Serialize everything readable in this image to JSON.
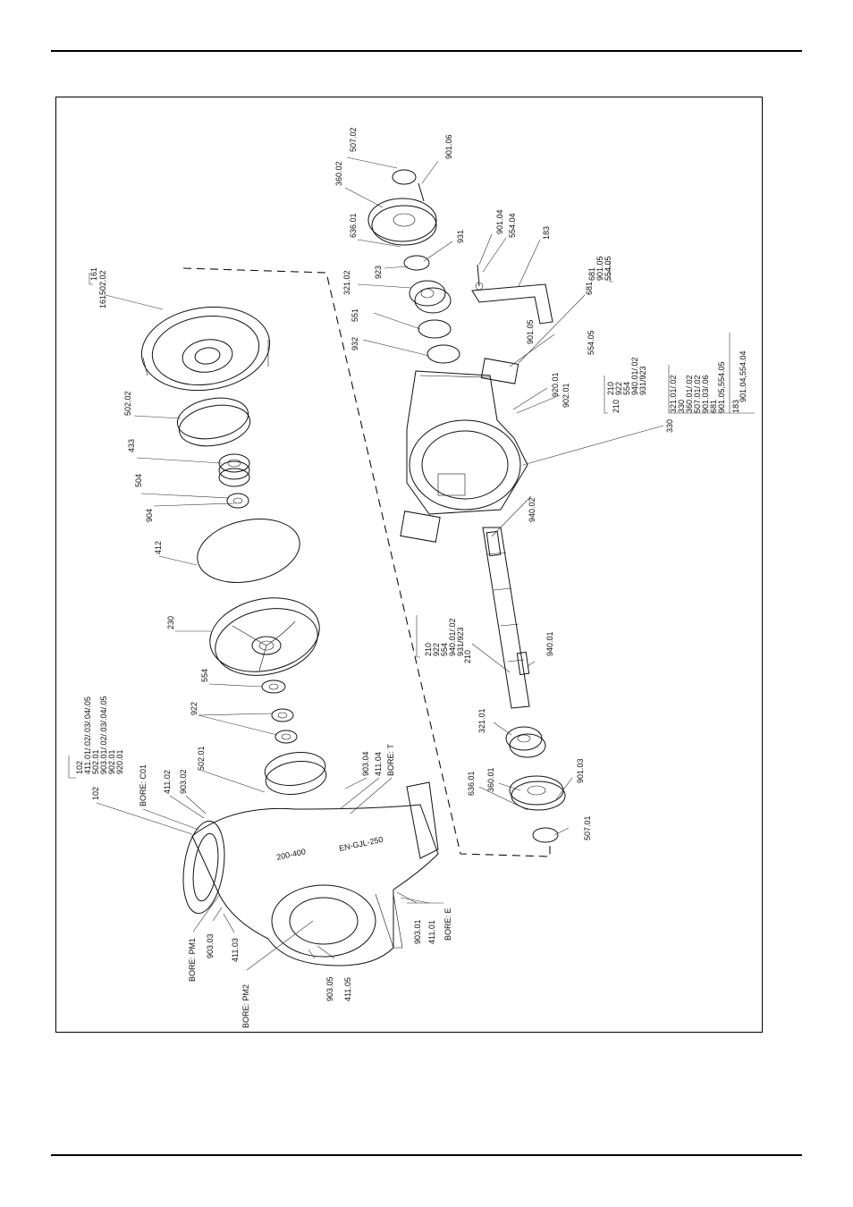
{
  "labels": {
    "l161": "161",
    "l502_02a": "502.02",
    "l161b": "161",
    "l502_02b": "502.02",
    "l433": "433",
    "l504": "504",
    "l904": "904",
    "l412": "412",
    "l230": "230",
    "l554": "554",
    "l922": "922",
    "l102_head": "102",
    "l102_list1": "411.01/.02/.03/.04/.05",
    "l102_list2": "502.01",
    "l102_list3": "903.01/.02/.03/.04/.05",
    "l102_list4": "902.01",
    "l102_list5": "920.01",
    "l102": "102",
    "bore_c01": "BORE: C01",
    "l411_02": "411.02",
    "l903_02": "903.02",
    "l502_01": "502.01",
    "l903_04": "903.04",
    "l411_04": "411.04",
    "bore_t": "BORE: T",
    "bore_pm1": "BORE: PM1",
    "l903_03": "903.03",
    "l411_03": "411.03",
    "bore_pm2": "BORE: PM2",
    "l903_05": "903.05",
    "l411_05": "411.05",
    "l903_01": "903.01",
    "l411_01": "411.01",
    "bore_e": "BORE: E",
    "l507_02": "507.02",
    "l901_06": "901.06",
    "l360_02": "360.02",
    "l636_01b": "636.01",
    "l931": "931",
    "l923": "923",
    "l321_02": "321.02",
    "l551": "551",
    "l932": "932",
    "l901_04": "901.04",
    "l554_04": "554.04",
    "l183": "183",
    "l681_list1": "681",
    "l681_list2": "901.05",
    "l681_list3": "554.05",
    "l681": "681",
    "l901_05": "901.05",
    "l554_05": "554.05",
    "l920_01": "920.01",
    "l902_01": "902.01",
    "l330": "330",
    "l940_02": "940.02",
    "l210a": "210",
    "l210_list1": "210",
    "l210_list2": "922",
    "l210_list3": "554",
    "l210_list4": "940.01/.02",
    "l210_list5": "931/923",
    "l940_01": "940.01",
    "l321_01": "321.01",
    "l636_01": "636.01",
    "l360_01": "360.01",
    "l901_03": "901.03",
    "l507_01": "507.01",
    "r210_head": "210",
    "r210_1": "210",
    "r210_2": "922",
    "r210_3": "554",
    "r210_4": "940.01/.02",
    "r210_5": "931/923",
    "r330_1": "321.01/.02",
    "r330_2": "330",
    "r330_3": "360.01/.02",
    "r330_4": "507.01/.02",
    "r330_5": "901.03/.06",
    "r330_6": "681",
    "r330_7": "901.05,554.05",
    "r183_head": "183",
    "r183": "901.04,554.04",
    "casing_mark": "200-400",
    "casing_mark2": "EN-GJL-250"
  }
}
